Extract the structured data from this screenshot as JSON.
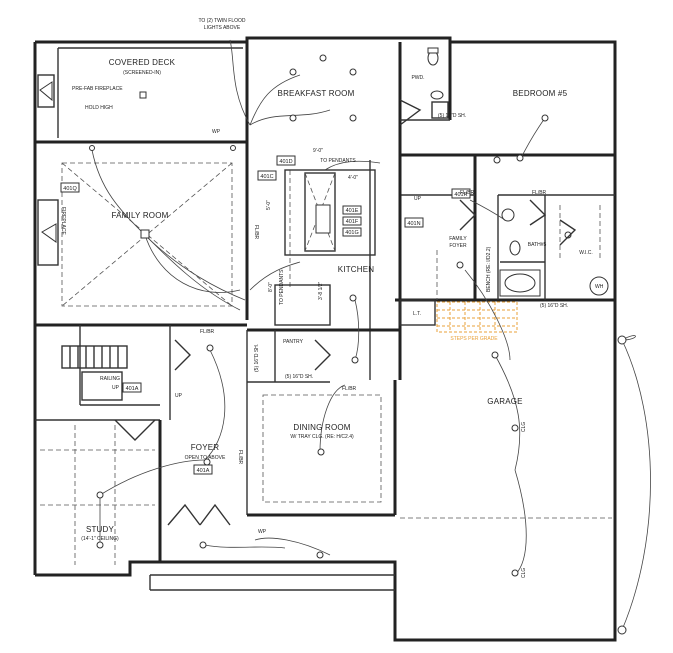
{
  "rooms": {
    "covered_deck": "COVERED DECK",
    "covered_deck_sub": "(SCREENED-IN)",
    "breakfast": "BREAKFAST ROOM",
    "bedroom5": "BEDROOM #5",
    "family": "FAMILY ROOM",
    "kitchen": "KITCHEN",
    "family_foyer": "FAMILY",
    "family_foyer_2": "FOYER",
    "bath": "BATH#5",
    "wic": "W.I.C.",
    "pwd": "PWD.",
    "garage": "GARAGE",
    "pantry": "PANTRY",
    "dining": "DINING ROOM",
    "dining_sub": "W/ TRAY CLG. (RE: H/C2.4)",
    "foyer": "FOYER",
    "foyer_sub": "OPEN TO ABOVE",
    "study": "STUDY",
    "study_sub": "(14'-1\" CEILING)"
  },
  "notes": {
    "flood_1": "TO (2) TWIN FLOOD",
    "flood_2": "LIGHTS ABOVE",
    "fireplace_1": "PRE-FAB FIREPLACE",
    "fireplace_2": "HOLD HIGH",
    "pendants": "TO PENDANTS",
    "dim_9": "9'-0\"",
    "dim_4": "4'-0\"",
    "dim_5": "5'-0\"",
    "dim_8": "8'-0\"",
    "dim_3": "3'-8 1/2\"",
    "pendants_v": "TO PENDANTS",
    "sh_12": "(5) 12\"D SH.",
    "sh_16a": "(5) 16\"D SH.",
    "sh_16b": "(5) 16\"D SH.",
    "sh_16c": "(5) 16\"D SH.",
    "steps": "STEPS PER GRADE",
    "railing": "RAILING",
    "up": "UP",
    "up2": "UP",
    "up3": "UP",
    "bench": "BENCH (RE: I/D2.2)",
    "wp": "WP",
    "wp2": "WP",
    "flbr1": "FL/BR",
    "flbr2": "FL/BR",
    "flbr3": "FL/BR",
    "flbr4": "FL/BR",
    "flbr5": "FL/BR",
    "flbr6": "FL/BR",
    "clg1": "CLG",
    "clg2": "CLG",
    "lt": "L.T.",
    "wh": "WH",
    "fireplace_v": "FIREPLACE"
  },
  "tags": {
    "t401d": "401D",
    "t401c": "401C",
    "t401e": "401E",
    "t401f": "401F",
    "t401g": "401G",
    "t401q": "401Q",
    "t401r": "401R",
    "t401n": "401N",
    "t401a": "401A",
    "t401a2": "401A"
  }
}
